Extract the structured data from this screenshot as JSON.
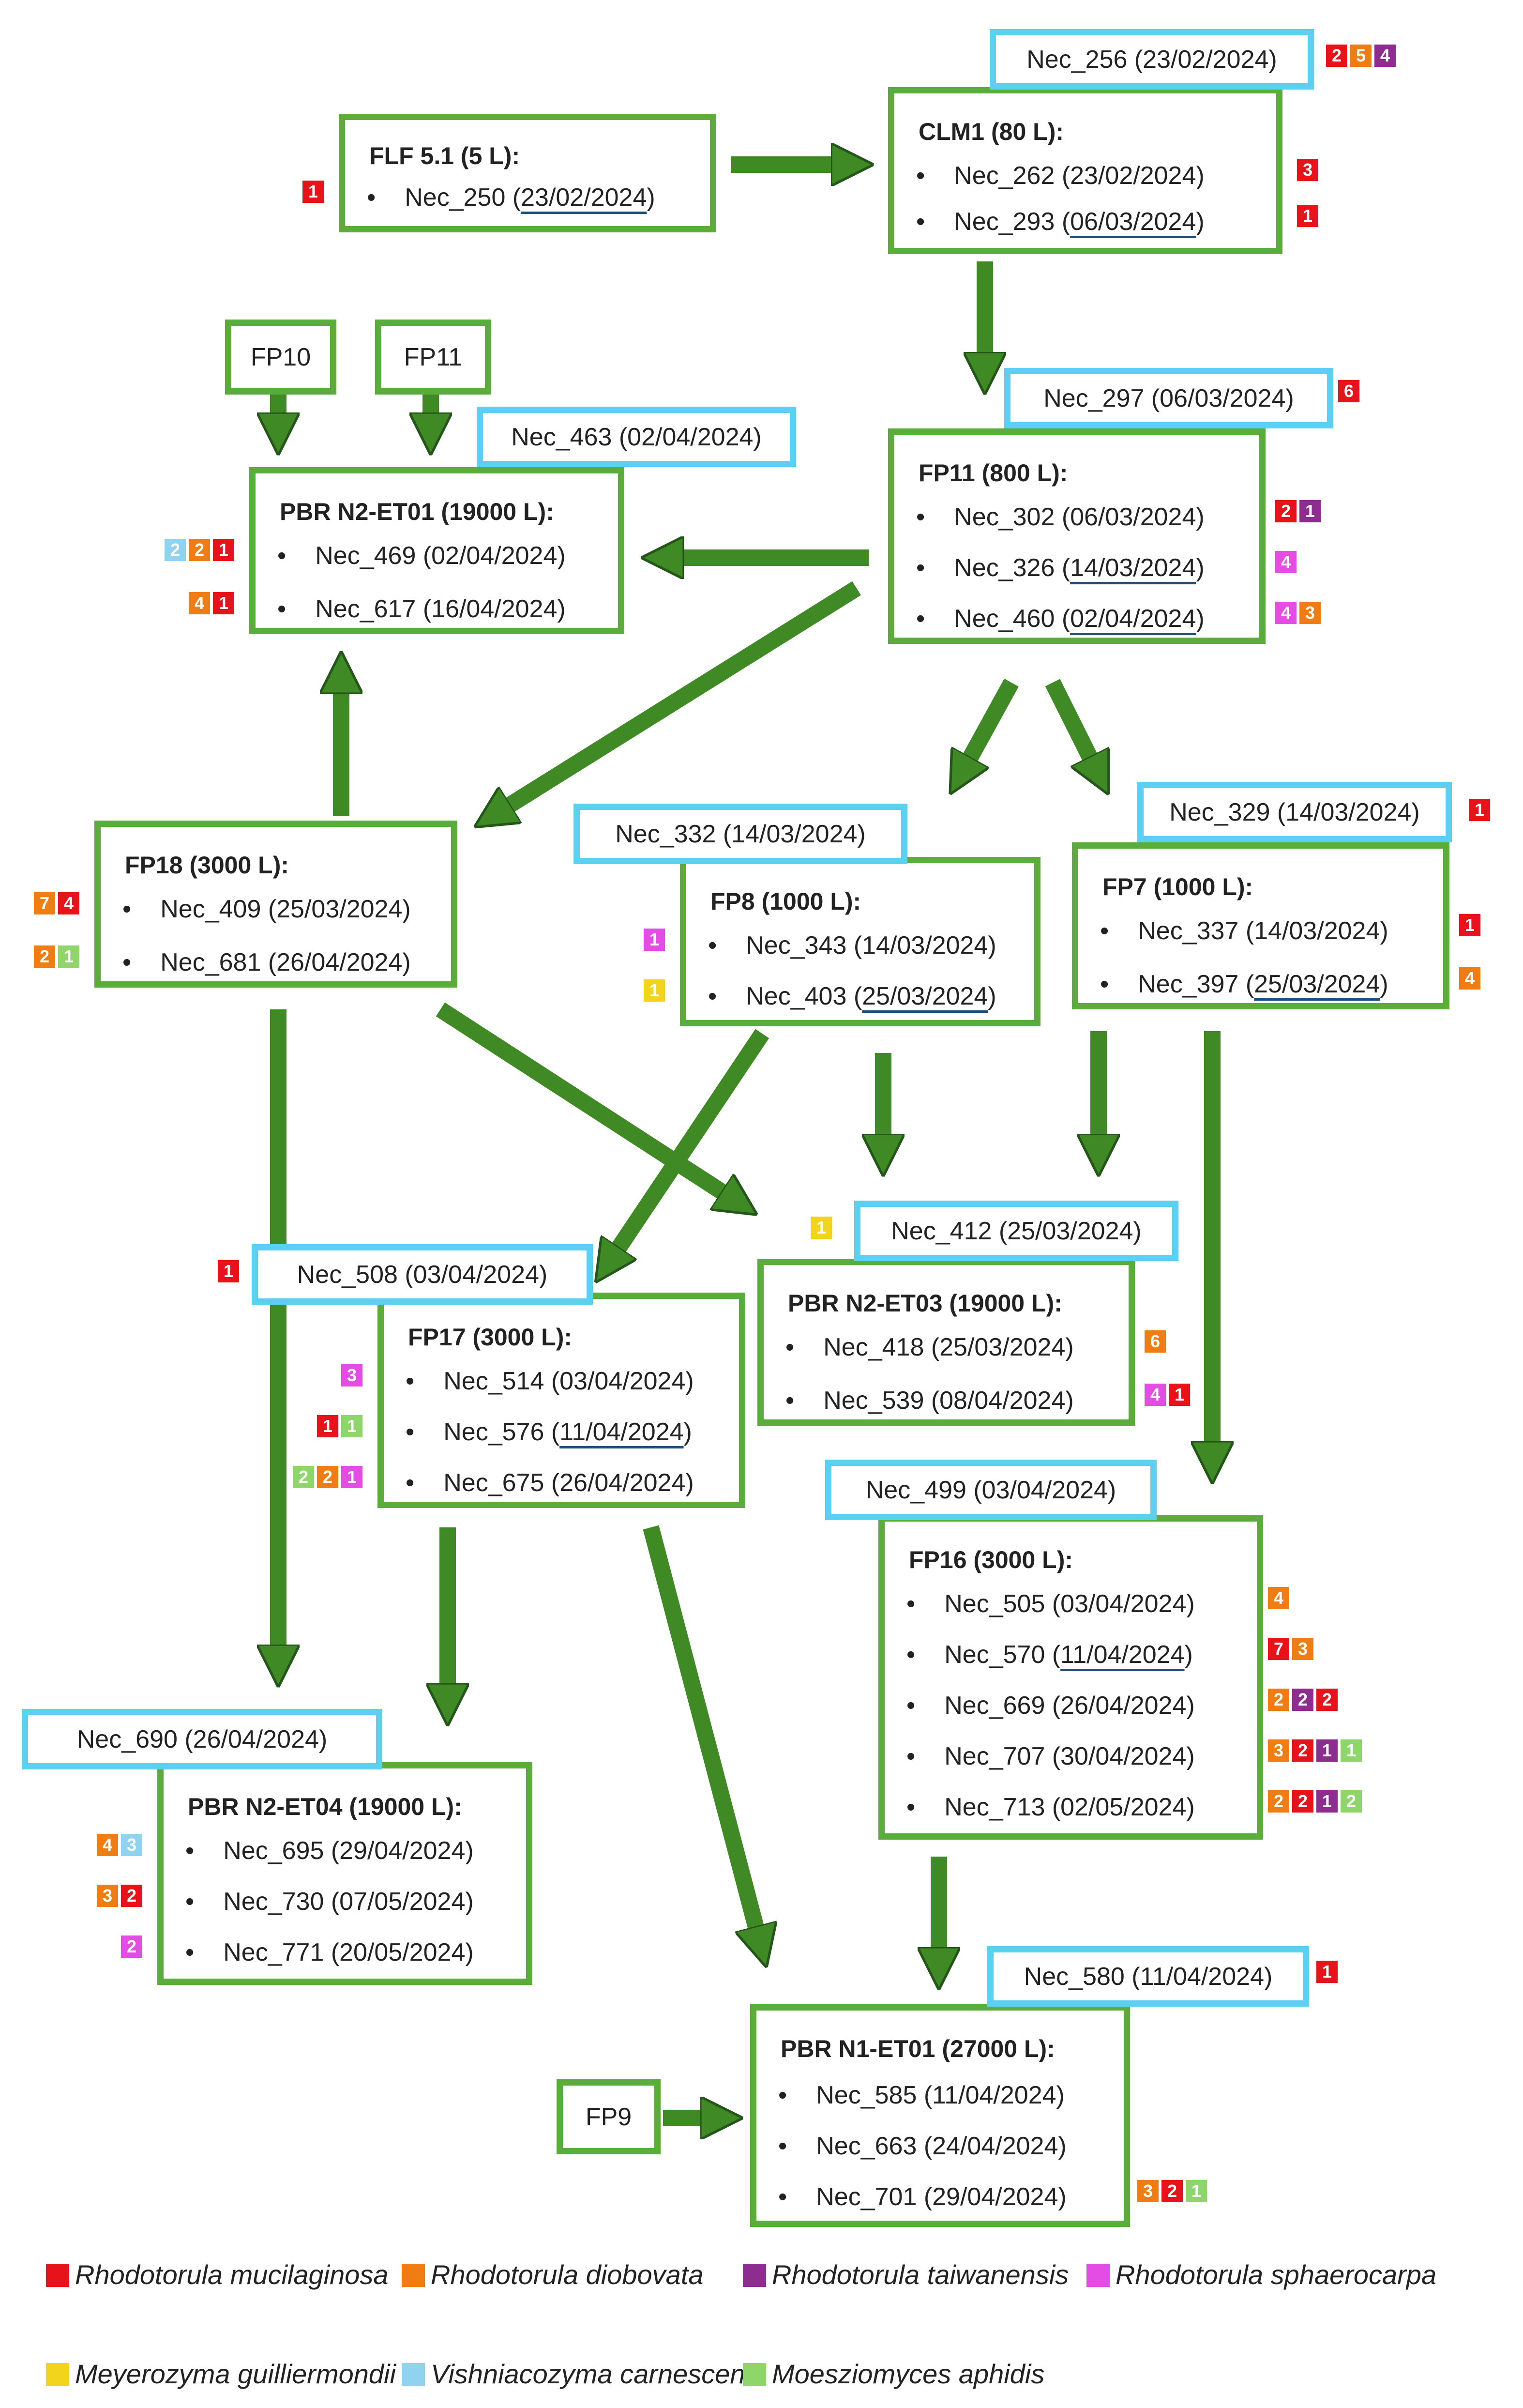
{
  "colors": {
    "rm": "#e8121b",
    "rd": "#f07d14",
    "rt": "#8c2d8f",
    "rs": "#e34de3",
    "mg": "#f2d41c",
    "vc": "#8fd3f0",
    "ma": "#8fd66a",
    "box_border": "#5bad3b",
    "sample_border": "#5bd0f2",
    "arrow": "#3f8a24"
  },
  "legend": [
    {
      "key": "rm",
      "label": "Rhodotorula mucilaginosa"
    },
    {
      "key": "rd",
      "label": "Rhodotorula diobovata"
    },
    {
      "key": "rt",
      "label": "Rhodotorula taiwanensis"
    },
    {
      "key": "rs",
      "label": "Rhodotorula sphaerocarpa"
    },
    {
      "key": "mg",
      "label": "Meyerozyma guilliermondii"
    },
    {
      "key": "vc",
      "label": "Vishniacozyma carnescens"
    },
    {
      "key": "ma",
      "label": "Moesziomyces aphidis"
    }
  ],
  "small_nodes": {
    "fp10": "FP10",
    "fp11": "FP11",
    "fp9": "FP9"
  },
  "bullet": "•",
  "reactors": {
    "flf51": {
      "title": "FLF 5.1 (5 L):",
      "items": [
        {
          "pre": "Nec_250 (",
          "date": "23/02/2024",
          "post": ")",
          "badges": [
            "1"
          ],
          "colors": [
            "rm"
          ]
        }
      ]
    },
    "clm1": {
      "title": "CLM1 (80 L):",
      "sample": "Nec_256 (23/02/2024)",
      "sample_badges": [
        "2",
        "5",
        "4"
      ],
      "sample_colors": [
        "rm",
        "rd",
        "rt"
      ],
      "items": [
        {
          "text": "Nec_262 (23/02/2024)",
          "badges": [
            "3"
          ],
          "colors": [
            "rm"
          ]
        },
        {
          "pre": "Nec_293 (",
          "date": "06/03/2024",
          "post": ")",
          "badges": [
            "1"
          ],
          "colors": [
            "rm"
          ]
        }
      ]
    },
    "fp11": {
      "title": "FP11 (800 L):",
      "sample": "Nec_297 (06/03/2024)",
      "sample_badges": [
        "6"
      ],
      "sample_colors": [
        "rm"
      ],
      "items": [
        {
          "text": "Nec_302 (06/03/2024)",
          "badges": [
            "2",
            "1"
          ],
          "colors": [
            "rm",
            "rt"
          ]
        },
        {
          "pre": "Nec_326 (",
          "date": "14/03/2024",
          "post": ")",
          "badges": [
            "4"
          ],
          "colors": [
            "rs"
          ]
        },
        {
          "pre": "Nec_460 (",
          "date": "02/04/2024",
          "post": ")",
          "badges": [
            "4",
            "3"
          ],
          "colors": [
            "rs",
            "rd"
          ]
        }
      ]
    },
    "pbret01": {
      "title": "PBR N2-ET01 (19000 L):",
      "sample": "Nec_463 (02/04/2024)",
      "items": [
        {
          "text": "Nec_469 (02/04/2024)",
          "badges": [
            "2",
            "2",
            "1"
          ],
          "colors": [
            "vc",
            "rd",
            "rm"
          ]
        },
        {
          "text": "Nec_617 (16/04/2024)",
          "badges": [
            "4",
            "1"
          ],
          "colors": [
            "rd",
            "rm"
          ]
        }
      ]
    },
    "fp18": {
      "title": "FP18 (3000 L):",
      "items": [
        {
          "text": "Nec_409 (25/03/2024)",
          "badges": [
            "7",
            "4"
          ],
          "colors": [
            "rd",
            "rm"
          ]
        },
        {
          "text": "Nec_681 (26/04/2024)",
          "badges": [
            "2",
            "1"
          ],
          "colors": [
            "rd",
            "ma"
          ]
        }
      ]
    },
    "fp8": {
      "title": "FP8 (1000 L):",
      "sample": "Nec_332 (14/03/2024)",
      "items": [
        {
          "text": "Nec_343 (14/03/2024)",
          "badges": [
            "1"
          ],
          "colors": [
            "rs"
          ]
        },
        {
          "pre": "Nec_403 (",
          "date": "25/03/2024",
          "post": ")",
          "badges": [
            "1"
          ],
          "colors": [
            "mg"
          ]
        }
      ]
    },
    "fp7": {
      "title": "FP7 (1000 L):",
      "sample": "Nec_329 (14/03/2024)",
      "sample_badges": [
        "1"
      ],
      "sample_colors": [
        "rm"
      ],
      "items": [
        {
          "text": "Nec_337 (14/03/2024)",
          "badges": [
            "1"
          ],
          "colors": [
            "rm"
          ]
        },
        {
          "pre": "Nec_397 (",
          "date": "25/03/2024",
          "post": ")",
          "badges": [
            "4"
          ],
          "colors": [
            "rd"
          ]
        }
      ]
    },
    "pbret03": {
      "title": "PBR N2-ET03 (19000 L):",
      "sample": "Nec_412 (25/03/2024)",
      "sample_badges": [
        "1"
      ],
      "sample_colors": [
        "mg"
      ],
      "items": [
        {
          "text": "Nec_418 (25/03/2024)",
          "badges": [
            "6"
          ],
          "colors": [
            "rd"
          ]
        },
        {
          "text": "Nec_539 (08/04/2024)",
          "badges": [
            "4",
            "1"
          ],
          "colors": [
            "rs",
            "rm"
          ]
        }
      ]
    },
    "fp17": {
      "title": "FP17 (3000 L):",
      "sample": "Nec_508 (03/04/2024)",
      "sample_badges": [
        "1"
      ],
      "sample_colors": [
        "rm"
      ],
      "items": [
        {
          "text": "Nec_514 (03/04/2024)",
          "badges": [
            "3"
          ],
          "colors": [
            "rs"
          ]
        },
        {
          "pre": "Nec_576 (",
          "date": "11/04/2024",
          "post": ")",
          "badges": [
            "1",
            "1"
          ],
          "colors": [
            "rm",
            "ma"
          ]
        },
        {
          "text": "Nec_675 (26/04/2024)",
          "badges": [
            "2",
            "2",
            "1"
          ],
          "colors": [
            "ma",
            "rd",
            "rs"
          ]
        }
      ]
    },
    "fp16": {
      "title": "FP16 (3000 L):",
      "sample": "Nec_499 (03/04/2024)",
      "items": [
        {
          "text": "Nec_505 (03/04/2024)",
          "badges": [
            "4"
          ],
          "colors": [
            "rd"
          ]
        },
        {
          "pre": "Nec_570 (",
          "date": "11/04/2024",
          "post": ")",
          "badges": [
            "7",
            "3"
          ],
          "colors": [
            "rm",
            "rd"
          ]
        },
        {
          "text": "Nec_669 (26/04/2024)",
          "badges": [
            "2",
            "2",
            "2"
          ],
          "colors": [
            "rd",
            "rt",
            "rm"
          ]
        },
        {
          "text": "Nec_707 (30/04/2024)",
          "badges": [
            "3",
            "2",
            "1",
            "1"
          ],
          "colors": [
            "rd",
            "rm",
            "rt",
            "ma"
          ]
        },
        {
          "text": "Nec_713 (02/05/2024)",
          "badges": [
            "2",
            "2",
            "1",
            "2"
          ],
          "colors": [
            "rd",
            "rm",
            "rt",
            "ma"
          ]
        }
      ]
    },
    "pbret04": {
      "title": "PBR N2-ET04 (19000 L):",
      "sample": "Nec_690 (26/04/2024)",
      "items": [
        {
          "text": "Nec_695 (29/04/2024)",
          "badges": [
            "4",
            "3"
          ],
          "colors": [
            "rd",
            "vc"
          ]
        },
        {
          "text": "Nec_730 (07/05/2024)",
          "badges": [
            "3",
            "2"
          ],
          "colors": [
            "rd",
            "rm"
          ]
        },
        {
          "text": "Nec_771 (20/05/2024)",
          "badges": [
            "2"
          ],
          "colors": [
            "rs"
          ]
        }
      ]
    },
    "pbrn1": {
      "title": "PBR N1-ET01 (27000 L):",
      "sample": "Nec_580 (11/04/2024)",
      "sample_badges": [
        "1"
      ],
      "sample_colors": [
        "rm"
      ],
      "items": [
        {
          "text": "Nec_585 (11/04/2024)",
          "badges": [],
          "colors": []
        },
        {
          "text": "Nec_663 (24/04/2024)",
          "badges": [],
          "colors": []
        },
        {
          "text": "Nec_701 (29/04/2024)",
          "badges": [
            "3",
            "2",
            "1"
          ],
          "colors": [
            "rd",
            "rm",
            "ma"
          ]
        }
      ]
    }
  }
}
